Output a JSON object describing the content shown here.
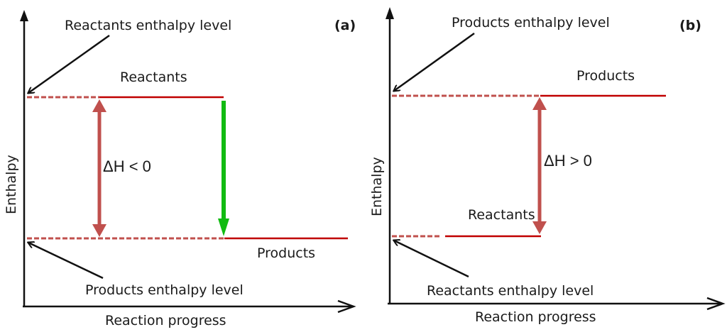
{
  "colors": {
    "axis": "#111111",
    "level_line": "#c00000",
    "level_dash": "#c0504d",
    "delta_arrow": "#c0504d",
    "reaction_arrow": "#11bb11",
    "pointer_arrow": "#111111"
  },
  "panels": [
    {
      "tag": "(a)",
      "type": "exothermic",
      "y_axis_label": "Enthalpy",
      "x_axis_label": "Reaction progress",
      "upper_level_label": "Reactants",
      "lower_level_label": "Products",
      "upper_pointer_label": "Reactants enthalpy level",
      "lower_pointer_label": "Products enthalpy level",
      "delta_label": "ΔH < 0",
      "reaction_arrow": "down (green)"
    },
    {
      "tag": "(b)",
      "type": "endothermic",
      "y_axis_label": "Enthalpy",
      "x_axis_label": "Reaction progress",
      "upper_level_label": "Products",
      "lower_level_label": "Reactants",
      "upper_pointer_label": "Products enthalpy level",
      "lower_pointer_label": "Reactants enthalpy level",
      "delta_label": "ΔH > 0"
    }
  ]
}
